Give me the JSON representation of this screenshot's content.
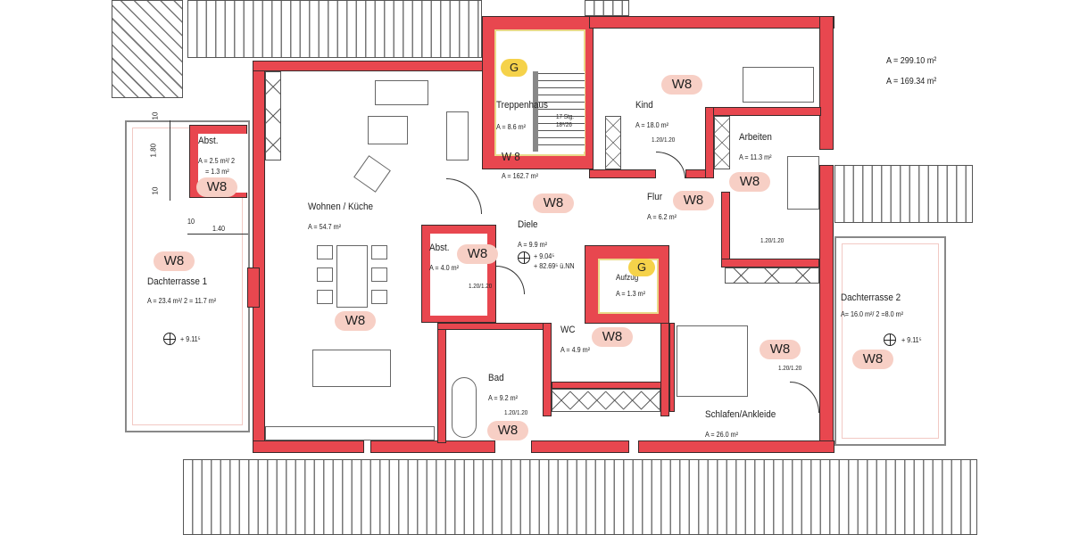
{
  "colors": {
    "wall": "#e8474f",
    "badge": "#f7cfc5",
    "g_badge": "#f5d24a",
    "stair_outline": "#e9d98a"
  },
  "rooms": [
    {
      "name": "Treppenhaus",
      "area": "A = 8.6 m²"
    },
    {
      "name": "Wohnen / Küche",
      "area": "A = 54.7 m²"
    },
    {
      "name": "Abst.",
      "area": "A = 2.5 m²/ 2",
      "area2": "= 1.3 m²"
    },
    {
      "name": "Dachterrasse 1",
      "area": "A = 23.4 m²/ 2 = 11.7 m²"
    },
    {
      "name": "Kind",
      "area": "A = 18.0 m²"
    },
    {
      "name": "Arbeiten",
      "area": "A = 11.3 m²"
    },
    {
      "name": "Flur",
      "area": "A = 6.2 m²"
    },
    {
      "name": "Diele",
      "area": "A = 9.9 m²"
    },
    {
      "name": "Abst.",
      "area": "A = 4.0 m²"
    },
    {
      "name": "Aufzug",
      "area": "A = 1.3 m²"
    },
    {
      "name": "WC",
      "area": "A = 4.9 m²"
    },
    {
      "name": "Bad",
      "area": "A = 9.2 m²"
    },
    {
      "name": "Schlafen/Ankleide",
      "area": "A = 26.0 m²"
    },
    {
      "name": "Dachterrasse 2",
      "area": "A= 16.0 m²/ 2 =8.0 m²"
    }
  ],
  "unit": {
    "name": "W 8",
    "area": "A = 162.7 m²"
  },
  "totals": [
    "A = 299.10 m²",
    "A = 169.34 m²"
  ],
  "levels": {
    "diele": "+ 9.04⁵",
    "diele_nn": "+ 82.69⁵ ü.NN",
    "terrace1": "+ 9.11⁵",
    "terrace2": "+ 9.11⁵"
  },
  "stairs": {
    "steps": "17 Stg.",
    "rise": "18³/26"
  },
  "dimensions": [
    "10",
    "1.80",
    "10",
    "10",
    "1.40"
  ],
  "window_label": "1.20/1.20",
  "badge_label": "W8",
  "g_label": "G"
}
